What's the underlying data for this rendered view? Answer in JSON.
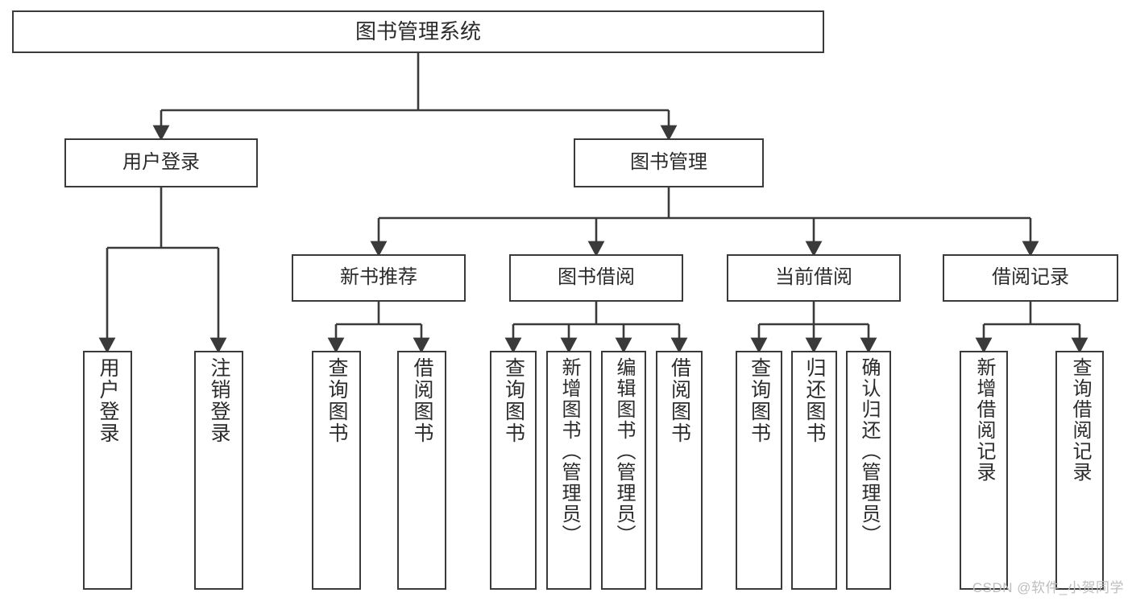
{
  "diagram": {
    "title": "图书管理系统",
    "watermark": "CSDN @软件_小贺同学",
    "root": {
      "label": "图书管理系统"
    },
    "level2": [
      {
        "label": "用户登录"
      },
      {
        "label": "图书管理"
      }
    ],
    "level3": [
      {
        "label": "新书推荐"
      },
      {
        "label": "图书借阅"
      },
      {
        "label": "当前借阅"
      },
      {
        "label": "借阅记录"
      }
    ],
    "leaves": [
      {
        "label": "用户登录"
      },
      {
        "label": "注销登录"
      },
      {
        "label": "查询图书"
      },
      {
        "label": "借阅图书"
      },
      {
        "label": "查询图书"
      },
      {
        "label": "新增图书（管理员）"
      },
      {
        "label": "编辑图书（管理员）"
      },
      {
        "label": "借阅图书"
      },
      {
        "label": "查询图书"
      },
      {
        "label": "归还图书"
      },
      {
        "label": "确认归还（管理员）"
      },
      {
        "label": "新增借阅记录"
      },
      {
        "label": "查询借阅记录"
      }
    ],
    "colors": {
      "stroke": "#3a3a3a",
      "text": "#2b2b2b",
      "background": "#ffffff",
      "watermark": "#bdbdbd"
    }
  }
}
